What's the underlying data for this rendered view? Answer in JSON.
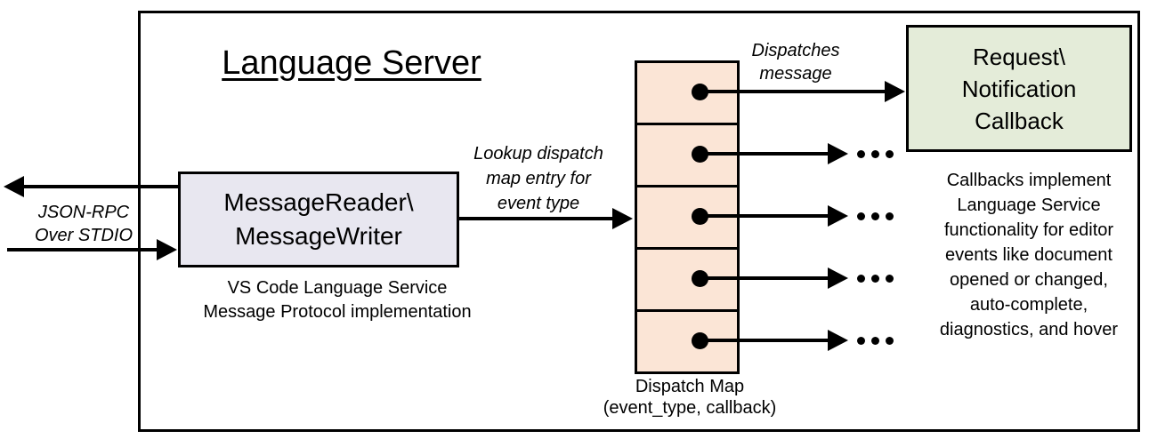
{
  "colors": {
    "stroke": "#000000",
    "reader_fill": "#e8e7f0",
    "map_fill": "#fbe5d6",
    "callback_fill": "#e4ecd9"
  },
  "title": "Language Server",
  "reader_box": {
    "line1": "MessageReader\\",
    "line2": "MessageWriter"
  },
  "reader_caption": {
    "line1": "VS Code Language Service",
    "line2": "Message Protocol implementation"
  },
  "stdio_label": {
    "line1": "JSON-RPC",
    "line2": "Over STDIO"
  },
  "lookup_label": {
    "line1": "Lookup dispatch",
    "line2": "map entry for",
    "line3": "event type"
  },
  "dispatches_label": {
    "line1": "Dispatches",
    "line2": "message"
  },
  "callback_box": {
    "line1": "Request\\",
    "line2": "Notification",
    "line3": "Callback"
  },
  "dispatch_map": {
    "cell_count": 5,
    "caption_line1": "Dispatch Map",
    "caption_line2": "(event_type, callback)"
  },
  "callbacks_note": {
    "line1": "Callbacks implement",
    "line2": "Language Service",
    "line3": "functionality for editor",
    "line4": "events like document",
    "line5": "opened or changed,",
    "line6": "auto-complete,",
    "line7": "diagnostics, and hover"
  }
}
